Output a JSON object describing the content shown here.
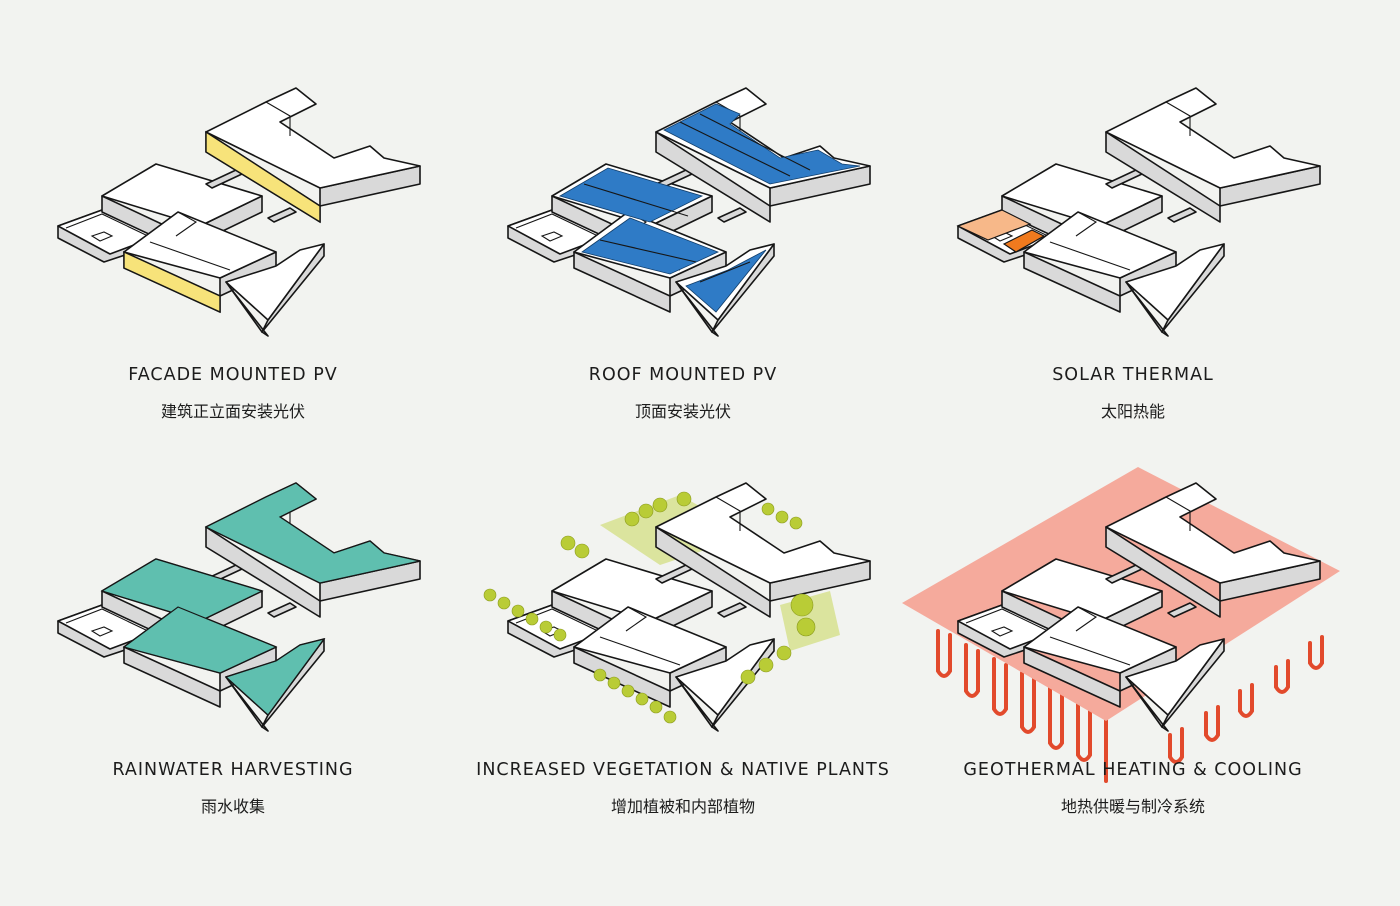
{
  "panels": [
    {
      "title": "FACADE MOUNTED PV",
      "subtitle": "建筑正立面安装光伏",
      "accent": "#f7e37a"
    },
    {
      "title": "ROOF MOUNTED PV",
      "subtitle": "顶面安装光伏",
      "accent": "#2f7bc6"
    },
    {
      "title": "SOLAR THERMAL",
      "subtitle": "太阳热能",
      "accent": "#f39a52"
    },
    {
      "title": "RAINWATER HARVESTING",
      "subtitle": "雨水收集",
      "accent": "#5fbfaf"
    },
    {
      "title": "INCREASED VEGETATION & NATIVE PLANTS",
      "subtitle": "增加植被和内部植物",
      "accent": "#b9cc36"
    },
    {
      "title": "GEOTHERMAL HEATING & COOLING",
      "subtitle": "地热供暖与制冷系统",
      "accent": "#f5aa9c"
    }
  ],
  "colors": {
    "background": "#f2f3f0",
    "outline": "#161616",
    "building_top": "#ffffff",
    "building_side": "#d9d9d9",
    "pv_panel": "#2f7bc6",
    "facade_pv": "#f7e37a",
    "solar_thermal": "#f39a52",
    "rain_roof": "#5fbfaf",
    "geothermal_plane": "#f5aa9c",
    "geothermal_loop": "#e24a2c",
    "vegetation": "#b9cc36"
  }
}
